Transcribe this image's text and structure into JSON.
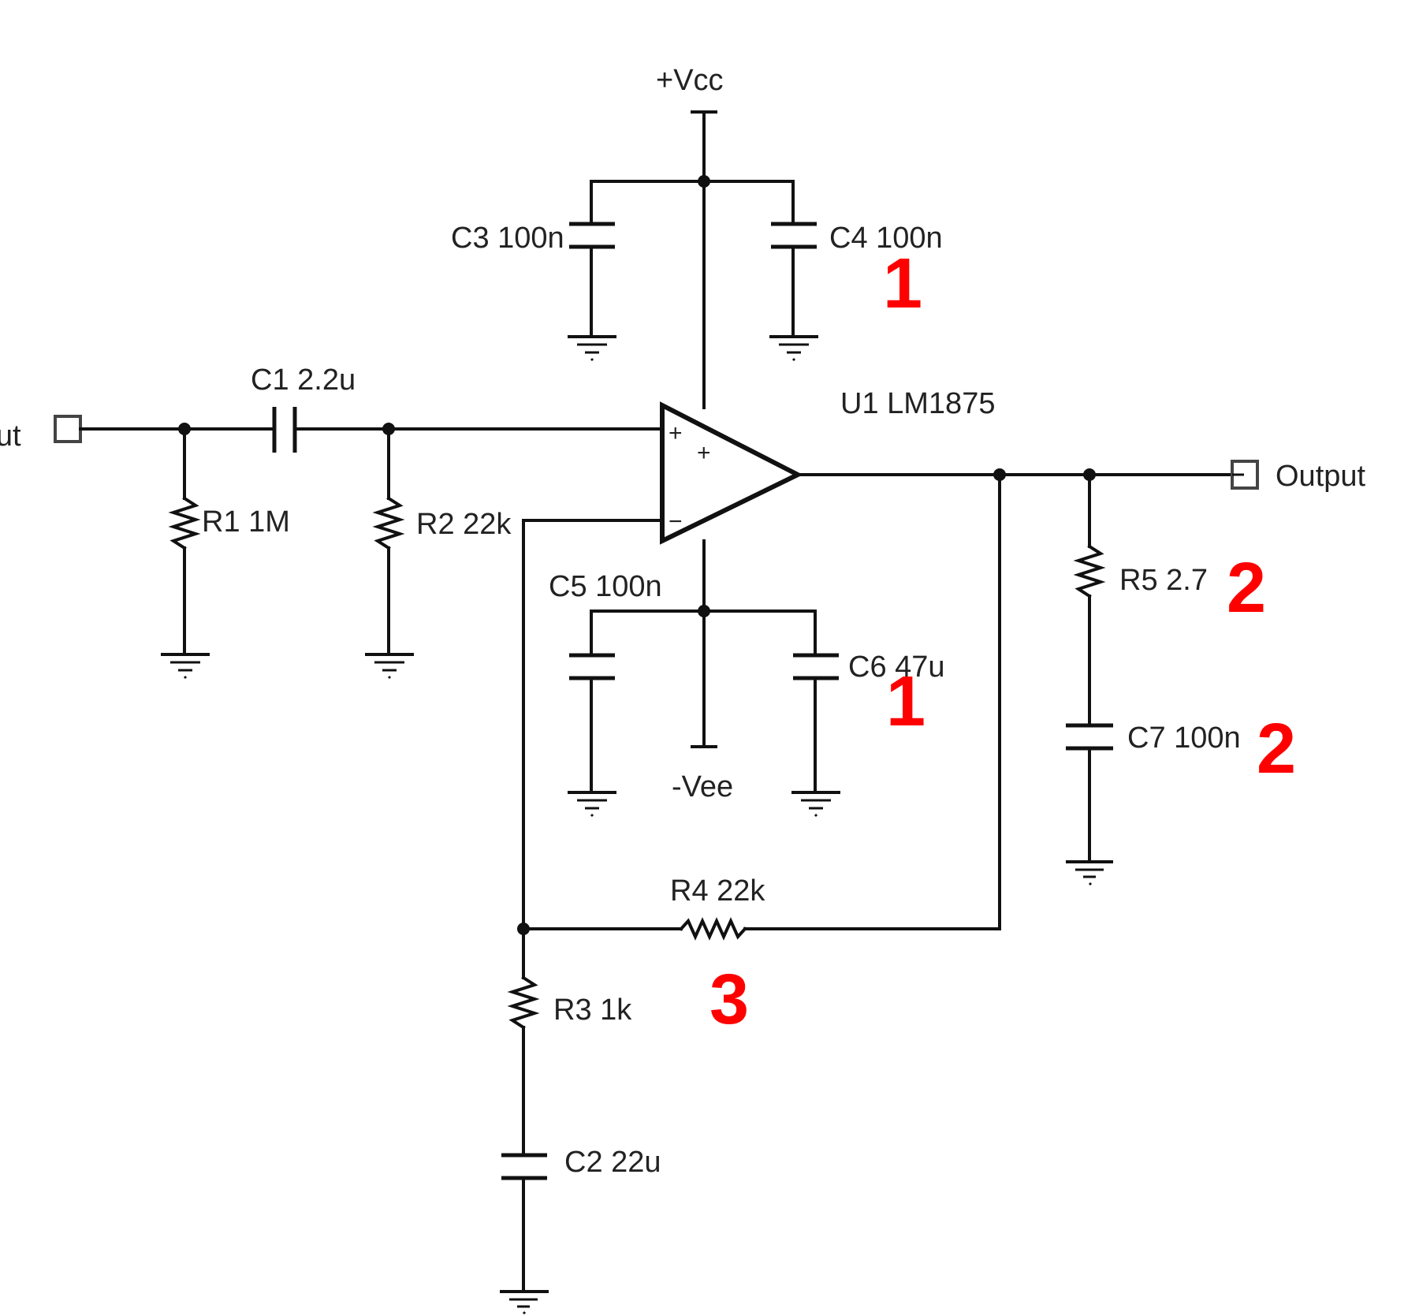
{
  "supply": {
    "positive": "+Vcc",
    "negative": "-Vee"
  },
  "ports": {
    "input": "Input",
    "output": "Output"
  },
  "opamp": {
    "label": "U1 LM1875",
    "plus_pin": "+",
    "minus_pin": "−"
  },
  "components": {
    "c1": "C1 2.2u",
    "c2": "C2 22u",
    "c3": "C3 100n",
    "c4": "C4 100n",
    "c5": "C5 100n",
    "c6": "C6 47u",
    "c7": "C7 100n",
    "r1": "R1 1M",
    "r2": "R2 22k",
    "r3": "R3 1k",
    "r4": "R4 22k",
    "r5": "R5 2.7"
  },
  "annotations": {
    "c4_mark": "1",
    "c6_mark": "1",
    "r5_mark": "2",
    "c7_mark": "2",
    "r4_mark": "3"
  },
  "colors": {
    "wire": "#111111",
    "annotation": "#ff0000"
  }
}
